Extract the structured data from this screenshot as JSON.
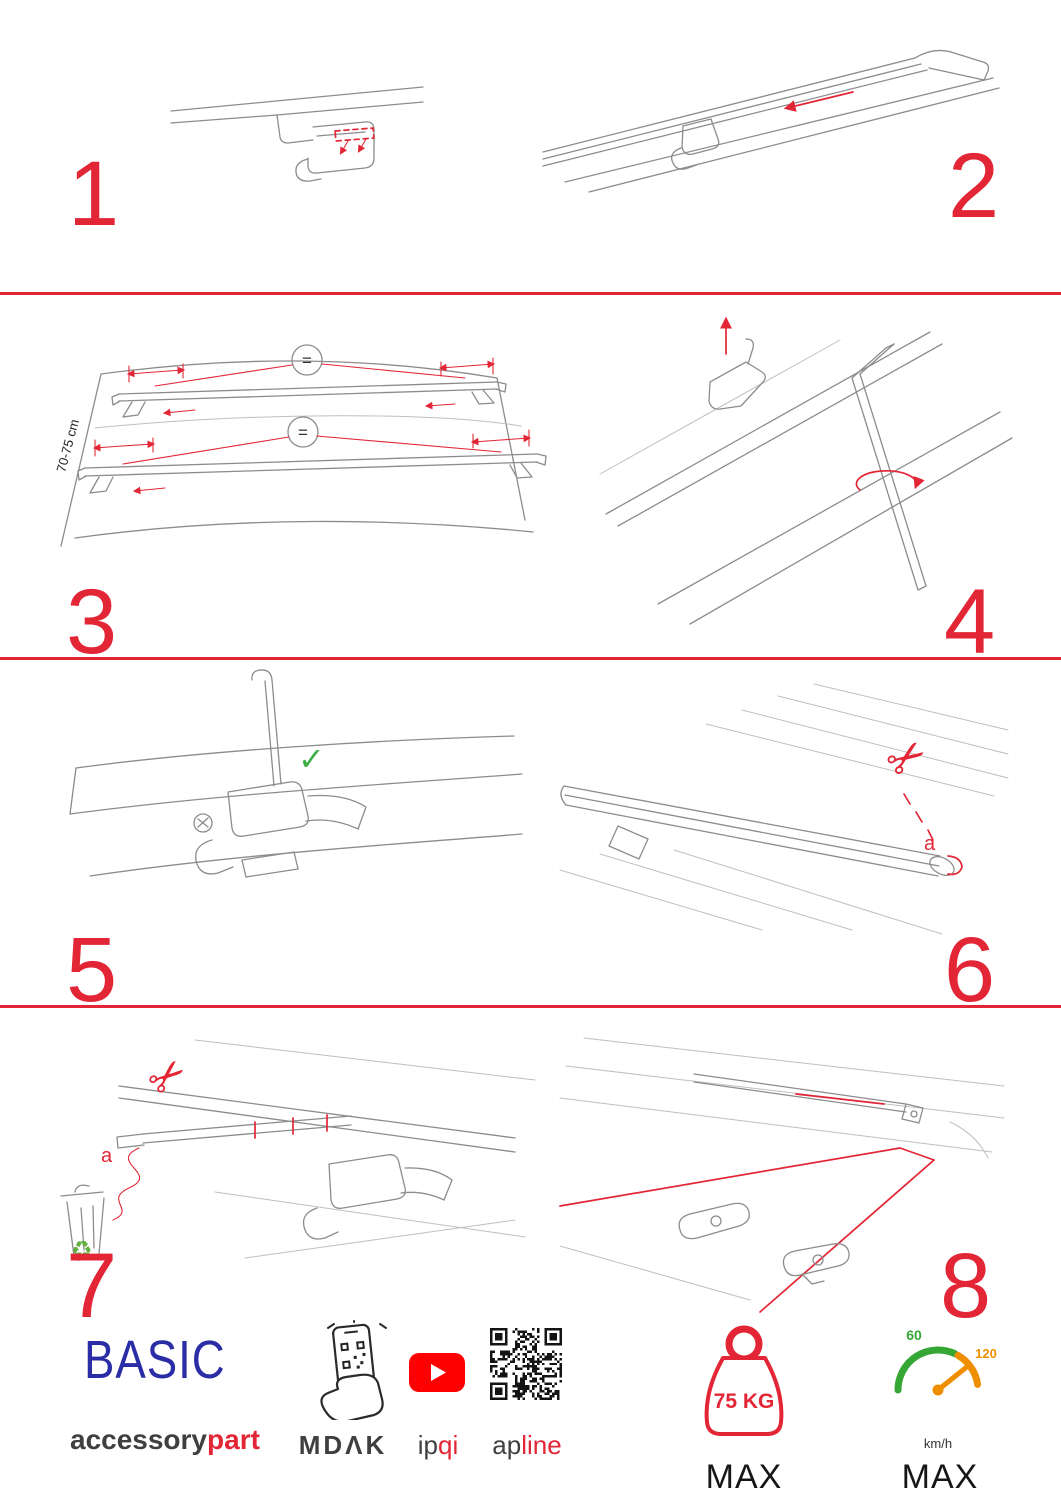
{
  "page": {
    "accent_red": "#e32636",
    "line_gray": "#8c8c8c",
    "brand_blue": "#2b2da6",
    "youtube_red": "#ff0000",
    "gauge_green": "#36a635",
    "gauge_orange": "#ef8f00",
    "recycle_green": "#62ae3e"
  },
  "icons": {
    "scissors": "✂",
    "check": "✓",
    "recycle": "♻"
  },
  "steps": [
    {
      "number": "1"
    },
    {
      "number": "2"
    },
    {
      "number": "3",
      "equals": "=",
      "dimension": "70-75 cm"
    },
    {
      "number": "4"
    },
    {
      "number": "5"
    },
    {
      "number": "6",
      "label": "a"
    },
    {
      "number": "7",
      "label": "a"
    },
    {
      "number": "8"
    }
  ],
  "footer": {
    "brand": "BASIC",
    "wordmark": {
      "black": "accessory",
      "red": "part"
    },
    "mdak": "MDΛK",
    "ipqi": {
      "black": "ip",
      "red": "qi"
    },
    "apline": {
      "black": "ap",
      "red": "line"
    },
    "weight": {
      "value": "75 KG",
      "max": "MAX"
    },
    "speed": {
      "low": "60",
      "high": "120",
      "unit": "km/h",
      "max": "MAX"
    }
  }
}
